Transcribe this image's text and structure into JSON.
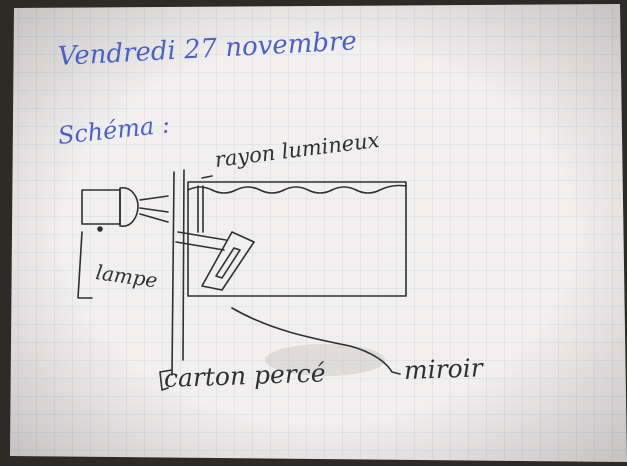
{
  "notebook": {
    "date_line": "Vendredi 27 novembre",
    "schema_heading": "Schéma :",
    "labels": {
      "rayon": "rayon lumineux",
      "lampe": "lampe",
      "carton": "carton percé",
      "miroir": "miroir"
    }
  },
  "colors": {
    "paper": "#f2f0ee",
    "grid": "#cdd3e2",
    "ink_blue": "#4a62c8",
    "pencil": "#2f2f34",
    "background": "#2e2a26"
  }
}
